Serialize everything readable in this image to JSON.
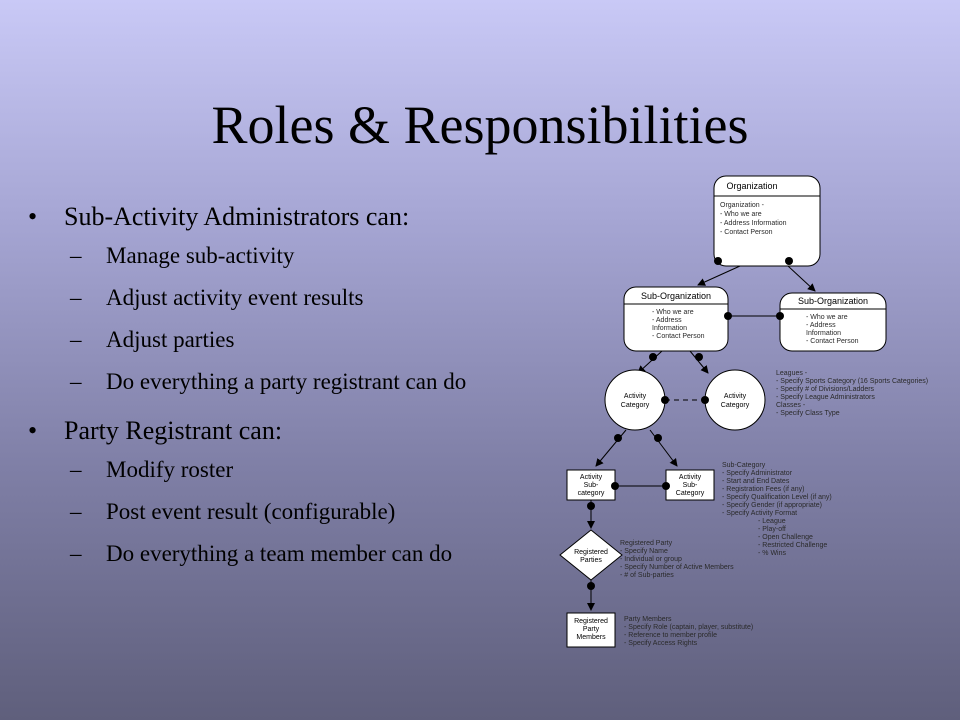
{
  "title": "Roles & Responsibilities",
  "bullets": [
    {
      "text": "Sub-Activity Administrators can:",
      "items": [
        "Manage sub-activity",
        "Adjust activity event results",
        "Adjust parties",
        "Do everything a party registrant can do"
      ]
    },
    {
      "text": "Party Registrant can:",
      "items": [
        "Modify roster",
        "Post event result (configurable)",
        "Do everything a team member can do"
      ]
    }
  ],
  "diagram": {
    "organization": {
      "header": "Organization",
      "lines": [
        "Organization -",
        "- Who we are",
        "- Address Information",
        "- Contact Person"
      ]
    },
    "sub_org_left": {
      "header": "Sub-Organization",
      "lines": [
        "- Who we are",
        "- Address",
        "Information",
        "- Contact Person"
      ]
    },
    "sub_org_right": {
      "header": "Sub-Organization",
      "lines": [
        "- Who we are",
        "- Address",
        "Information",
        "- Contact Person"
      ]
    },
    "activity_left": [
      "Activity",
      "Category"
    ],
    "activity_right": [
      "Activity",
      "Category"
    ],
    "leagues_note": [
      "Leagues -",
      "- Specify Sports Category (16 Sports Categories)",
      "- Specify # of Divisions/Ladders",
      "- Specify League Administrators",
      "Classes -",
      "- Specify Class Type"
    ],
    "sub_left": [
      "Activity",
      "Sub-",
      "category"
    ],
    "sub_right": [
      "Activity",
      "Sub-",
      "Category"
    ],
    "subcategory_note": [
      "Sub-Category",
      "- Specify Administrator",
      "- Start and End Dates",
      "- Registration Fees (if any)",
      "- Specify Qualification Level (if any)",
      "- Specify Gender (if appropriate)",
      "- Specify Activity Format",
      "- League",
      "- Play-off",
      "- Open Challenge",
      "- Restricted Challenge",
      "- % Wins"
    ],
    "registered_parties": [
      "Registered",
      "Parties"
    ],
    "party_note": [
      "Registered Party",
      "- Specify Name",
      "- Individual or group",
      "- Specify Number of Active Members",
      "- # of Sub-parties"
    ],
    "party_members": [
      "Registered",
      "Party",
      "Members"
    ],
    "members_note": [
      "Party Members",
      "- Specify Role (captain, player, substitute)",
      "- Reference to member profile",
      "- Specify Access Rights"
    ]
  }
}
